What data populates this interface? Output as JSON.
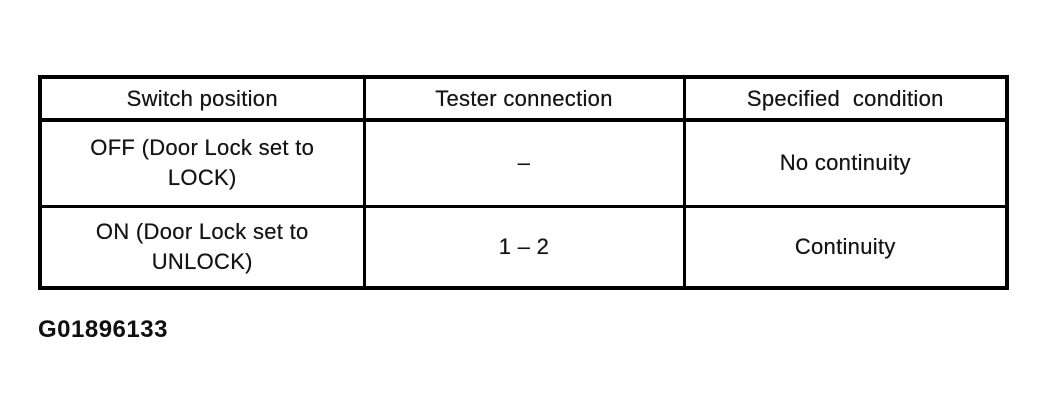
{
  "document": {
    "figure_id": "G01896133"
  },
  "table": {
    "headers": [
      "Switch position",
      "Tester connection",
      "Specified  condition"
    ],
    "rows": [
      [
        "OFF (Door Lock set to\nLOCK)",
        "–",
        "No continuity"
      ],
      [
        "ON (Door Lock set to\nUNLOCK)",
        "1 – 2",
        "Continuity"
      ]
    ],
    "border_color": "#000000",
    "text_color": "#141414",
    "background_color": "#ffffff"
  }
}
